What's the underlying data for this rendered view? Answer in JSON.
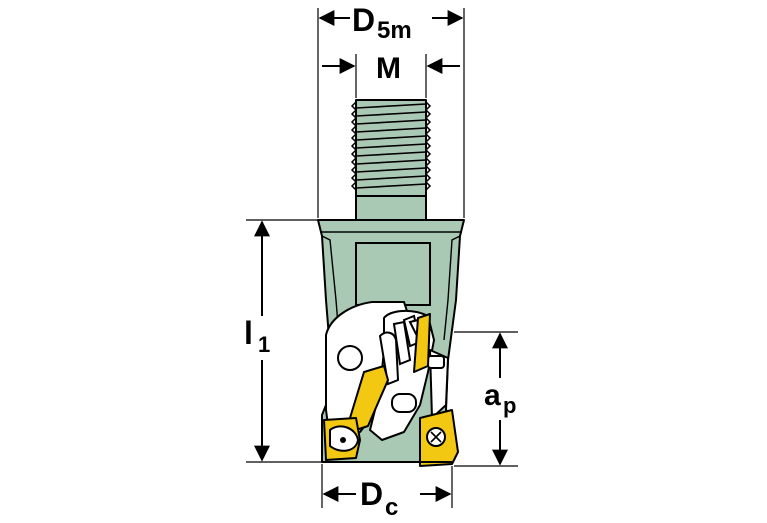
{
  "labels": {
    "d5m": {
      "main": "D",
      "sub": "5m"
    },
    "m": {
      "main": "M"
    },
    "l1": {
      "main": "l",
      "sub": "1"
    },
    "ap": {
      "main": "a",
      "sub": "p"
    },
    "dc": {
      "main": "D",
      "sub": "c"
    }
  },
  "colors": {
    "body": "#a9c9b4",
    "insert": "#f2c812",
    "outline": "#000000",
    "background": "#ffffff"
  }
}
